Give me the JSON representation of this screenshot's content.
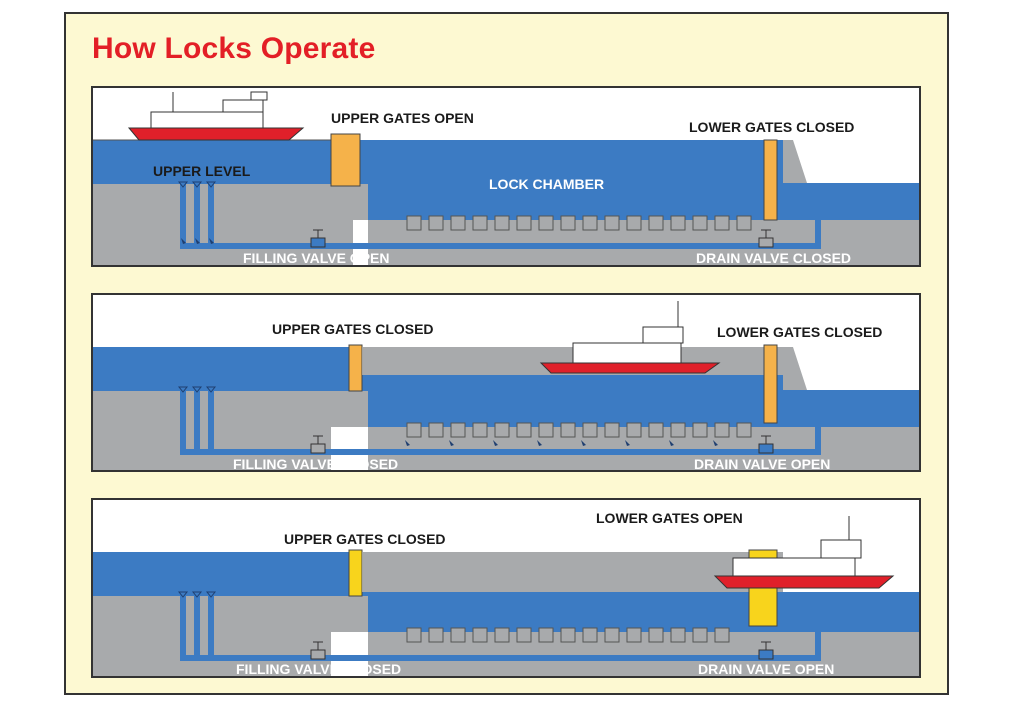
{
  "title": "How Locks Operate",
  "colors": {
    "water": "#3c7bc3",
    "concrete": "#a8aaac",
    "gate_orange": "#f5b24a",
    "gate_yellow": "#f8d41c",
    "boat_hull": "#e0202a",
    "title_red": "#e31f26",
    "poster_bg": "#fdf9d2",
    "panel_bg": "#ffffff"
  },
  "panels": [
    {
      "stage": "upper gates open, chamber filling",
      "labels": {
        "upper_gates": "UPPER GATES OPEN",
        "lower_gates": "LOWER GATES CLOSED",
        "upper_level": "UPPER LEVEL",
        "lock_chamber": "LOCK CHAMBER",
        "filling_valve": "FILLING VALVE OPEN",
        "drain_valve": "DRAIN VALVE CLOSED"
      }
    },
    {
      "stage": "both gates closed, chamber draining",
      "labels": {
        "upper_gates": "UPPER GATES CLOSED",
        "lower_gates": "LOWER GATES CLOSED",
        "filling_valve": "FILLING VALVE CLOSED",
        "drain_valve": "DRAIN VALVE OPEN"
      }
    },
    {
      "stage": "lower gates open, boat exits",
      "labels": {
        "upper_gates": "UPPER GATES CLOSED",
        "lower_gates": "LOWER GATES OPEN",
        "filling_valve": "FILLING VALVE CLOSED",
        "drain_valve": "DRAIN VALVE OPEN"
      }
    }
  ]
}
